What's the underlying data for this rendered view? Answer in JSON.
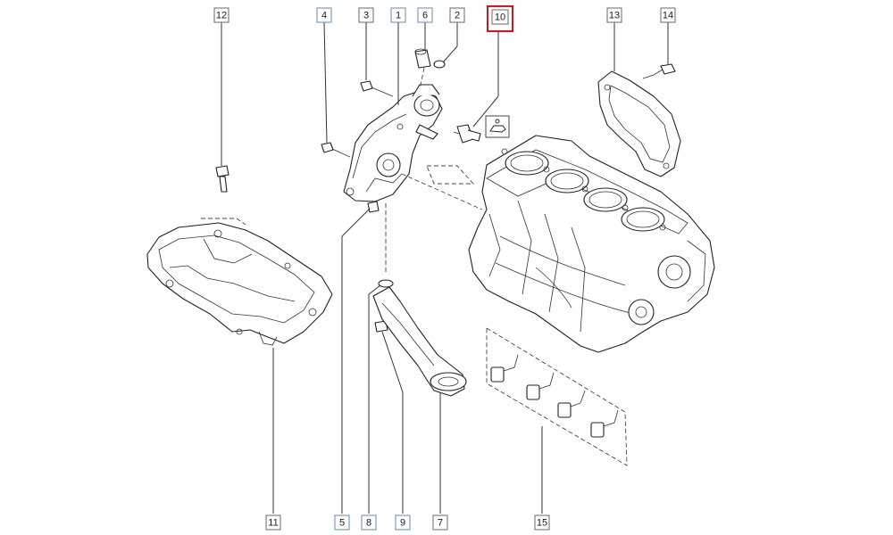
{
  "callouts": [
    {
      "id": "12",
      "label": "12",
      "style": "plain"
    },
    {
      "id": "4",
      "label": "4",
      "style": "blue"
    },
    {
      "id": "3",
      "label": "3",
      "style": "plain"
    },
    {
      "id": "1",
      "label": "1",
      "style": "blue"
    },
    {
      "id": "6",
      "label": "6",
      "style": "blue"
    },
    {
      "id": "2",
      "label": "2",
      "style": "plain"
    },
    {
      "id": "10",
      "label": "10",
      "style": "highlight"
    },
    {
      "id": "13",
      "label": "13",
      "style": "plain"
    },
    {
      "id": "14",
      "label": "14",
      "style": "plain"
    },
    {
      "id": "11",
      "label": "11",
      "style": "plain"
    },
    {
      "id": "5",
      "label": "5",
      "style": "blue"
    },
    {
      "id": "8",
      "label": "8",
      "style": "blue"
    },
    {
      "id": "9",
      "label": "9",
      "style": "blue"
    },
    {
      "id": "7",
      "label": "7",
      "style": "plain"
    },
    {
      "id": "15",
      "label": "15",
      "style": "plain"
    }
  ],
  "colors": {
    "highlight": "#d9151b",
    "blue_border": "#5a8fb8",
    "plain_border": "#6a6a6a",
    "line": "#222222"
  },
  "icons": {
    "part_10_symbol": "oil-pressure-warning-icon"
  }
}
